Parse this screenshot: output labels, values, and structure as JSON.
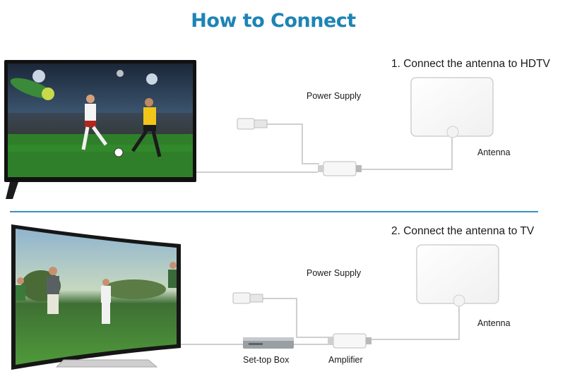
{
  "title": "How to Connect",
  "section1": {
    "step": "1. Connect the antenna to HDTV",
    "power_label": "Power Supply",
    "antenna_label": "Antenna"
  },
  "section2": {
    "step": "2. Connect the antenna to TV",
    "power_label": "Power Supply",
    "antenna_label": "Antenna",
    "settop_label": "Set-top Box",
    "amplifier_label": "Amplifier"
  },
  "colors": {
    "title": "#1d84b5",
    "divider": "#3c8fc0",
    "cable": "#c8c8c8",
    "grass": "#2f7f2a"
  }
}
